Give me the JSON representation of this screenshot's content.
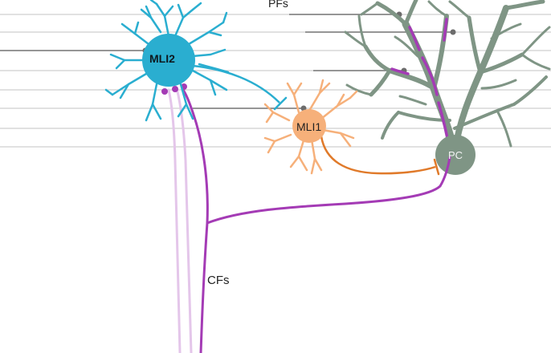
{
  "labels": {
    "pf": "PFs",
    "cf": "CFs",
    "mli2": "MLI2",
    "mli1": "MLI1",
    "pc": "PC"
  },
  "colors": {
    "parallel_fiber": "#c9c9c9",
    "parallel_fiber_dark": "#7a7a7a",
    "mli2": "#2aaed0",
    "mli1": "#f6b07a",
    "mli1_output": "#e07a2a",
    "purkinje_cell": "#7f9585",
    "climbing_fiber": "#a43bb5",
    "climbing_fiber_faint": "#e4c6ea"
  }
}
